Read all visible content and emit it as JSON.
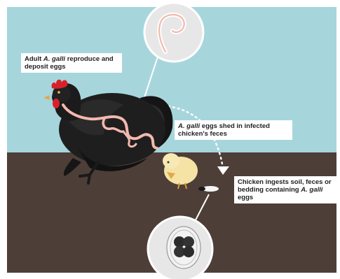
{
  "labels": {
    "adult": {
      "pre": "Adult ",
      "species": "A. galli",
      "post": " reproduce and deposit eggs"
    },
    "shed": {
      "pre": "",
      "species": "A. galli",
      "post": " eggs shed in infected chicken's feces"
    },
    "ingest": {
      "pre": "Chicken ingests soil, feces or bedding containing ",
      "species": "A. galli",
      "post": " eggs"
    }
  },
  "colors": {
    "sky": "#a6d6dc",
    "ground": "#4e3e38",
    "hen_body": "#1e1e1e",
    "comb": "#d8212a",
    "worm": "#f3b8ae",
    "chick": "#f4e3a5",
    "bubble": "#e7e7e7",
    "egg_dark": "#2b2b2b"
  }
}
